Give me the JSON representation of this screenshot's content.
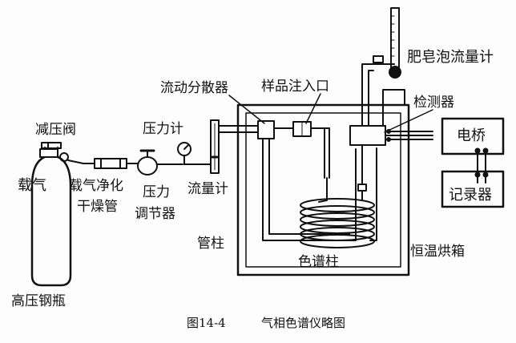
{
  "labels": {
    "pressure_reducing_valve": "减压阀",
    "carrier_gas": "载气",
    "high_pressure_cylinder": "高压钢瓶",
    "purifier_line1": "载气净化",
    "purifier_line2": "干燥管",
    "pressure_gauge": "压力计",
    "pressure_regulator_line1": "压力",
    "pressure_regulator_line2": "调节器",
    "flow_meter": "流量计",
    "flow_splitter": "流动分散器",
    "sample_inlet": "样品注入口",
    "soap_bubble_flowmeter": "肥皂泡流量计",
    "detector": "检测器",
    "bridge": "电桥",
    "recorder": "记录器",
    "tube_column": "管柱",
    "chromatographic_column": "色谱柱",
    "thermostatic_oven": "恒温烘箱"
  },
  "caption": {
    "figure_number": "图14-4",
    "title": "气相色谱仪略图"
  },
  "colors": {
    "ink": "#111111",
    "paper": "#fdfdfd"
  }
}
